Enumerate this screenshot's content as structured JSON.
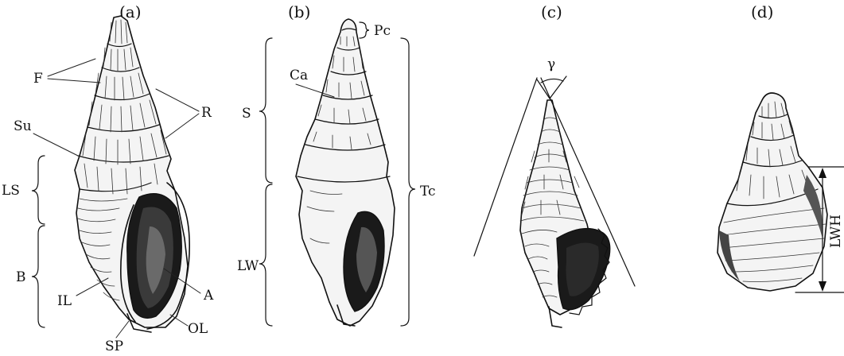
{
  "panels": {
    "a": {
      "title": "(a)",
      "labels": {
        "F": "F",
        "R": "R",
        "Su": "Su",
        "LS": "LS",
        "B": "B",
        "IL": "IL",
        "A": "A",
        "OL": "OL",
        "SP": "SP"
      }
    },
    "b": {
      "title": "(b)",
      "labels": {
        "Pc": "Pc",
        "Ca": "Ca",
        "S": "S",
        "LW": "LW",
        "Tc": "Tc"
      }
    },
    "c": {
      "title": "(c)",
      "labels": {
        "gamma": "γ"
      }
    },
    "d": {
      "title": "(d)",
      "labels": {
        "LWH": "LWH"
      }
    }
  }
}
